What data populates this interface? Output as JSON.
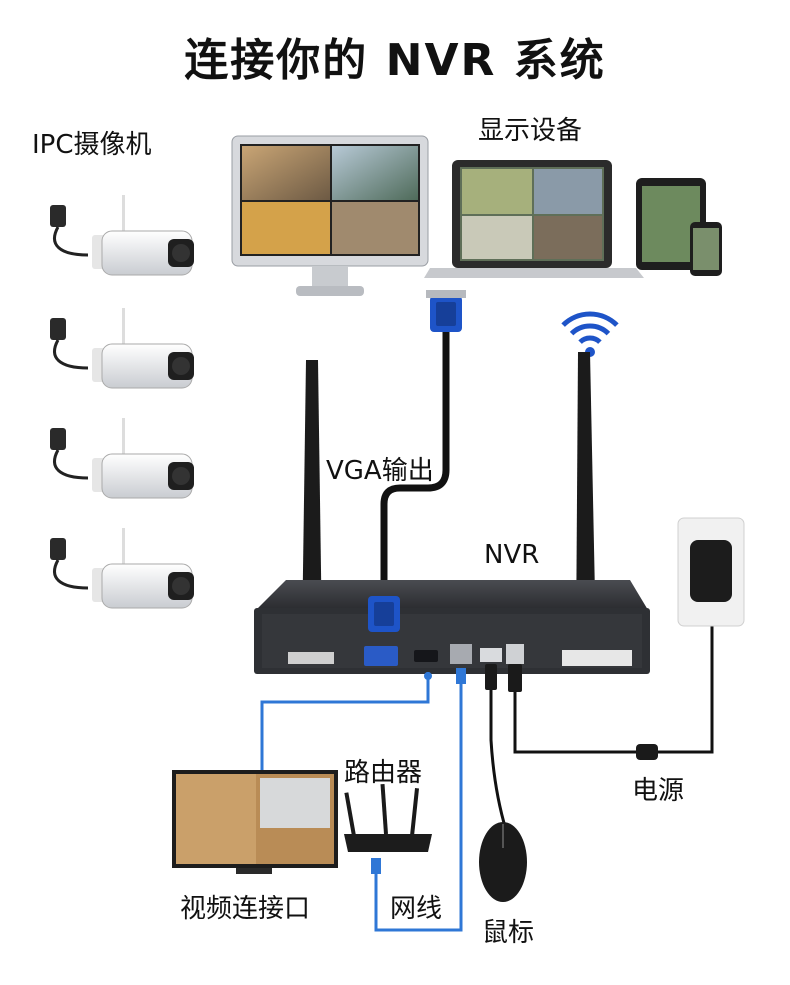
{
  "title": "连接你的 NVR 系统",
  "labels": {
    "ipc_camera": "IPC摄像机",
    "display_devices": "显示设备",
    "vga_output": "VGA输出",
    "nvr": "NVR",
    "router": "路由器",
    "video_port": "视频连接口",
    "network_cable": "网线",
    "mouse": "鼠标",
    "power": "电源"
  },
  "colors": {
    "vga_blue": "#1e54c8",
    "cable_blue": "#2f77d6",
    "nvr_body": "#2e3034",
    "cable_black": "#111111"
  }
}
